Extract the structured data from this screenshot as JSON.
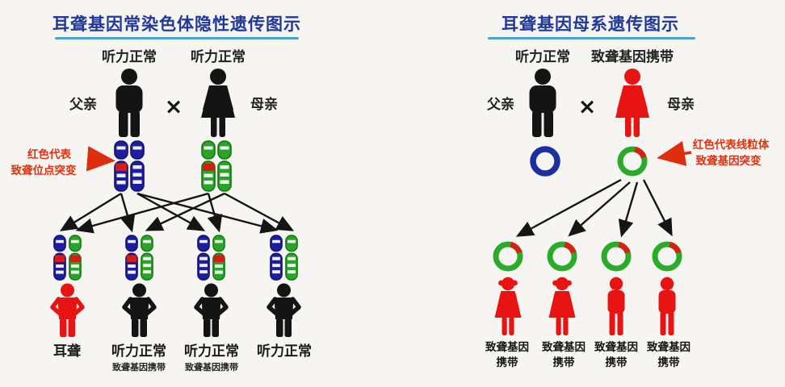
{
  "colors": {
    "background": "#f6f5f1",
    "title_blue": "#20389b",
    "underline_blue": "#4aa3cf",
    "figure_black": "#141414",
    "figure_red": "#e81414",
    "chromosome_blue": "#1d1d9f",
    "chromosome_green": "#27a527",
    "mutation_red": "#d81b10",
    "annotation_red": "#e03210"
  },
  "left_panel": {
    "title": "耳聋基因常染色体隐性遗传图示",
    "father": {
      "status_label": "听力正常",
      "role_label": "父亲"
    },
    "mother": {
      "status_label": "听力正常",
      "role_label": "母亲"
    },
    "cross_symbol": "×",
    "annotation": {
      "line1": "红色代表",
      "line2": "致聋位点突变"
    },
    "children": [
      {
        "label": "耳聋",
        "sublabel": ""
      },
      {
        "label": "听力正常",
        "sublabel": "致聋基因携带"
      },
      {
        "label": "听力正常",
        "sublabel": "致聋基因携带"
      },
      {
        "label": "听力正常",
        "sublabel": ""
      }
    ]
  },
  "right_panel": {
    "title": "耳聋基因母系遗传图示",
    "father": {
      "status_label": "听力正常",
      "role_label": "父亲"
    },
    "mother": {
      "status_label": "致聋基因携带",
      "role_label": "母亲"
    },
    "cross_symbol": "×",
    "annotation": {
      "line1": "红色代表线粒体",
      "line2": "致聋基因突变"
    },
    "children": [
      {
        "label_line1": "致聋基因",
        "label_line2": "携带"
      },
      {
        "label_line1": "致聋基因",
        "label_line2": "携带"
      },
      {
        "label_line1": "致聋基因",
        "label_line2": "携带"
      },
      {
        "label_line1": "致聋基因",
        "label_line2": "携带"
      }
    ]
  }
}
